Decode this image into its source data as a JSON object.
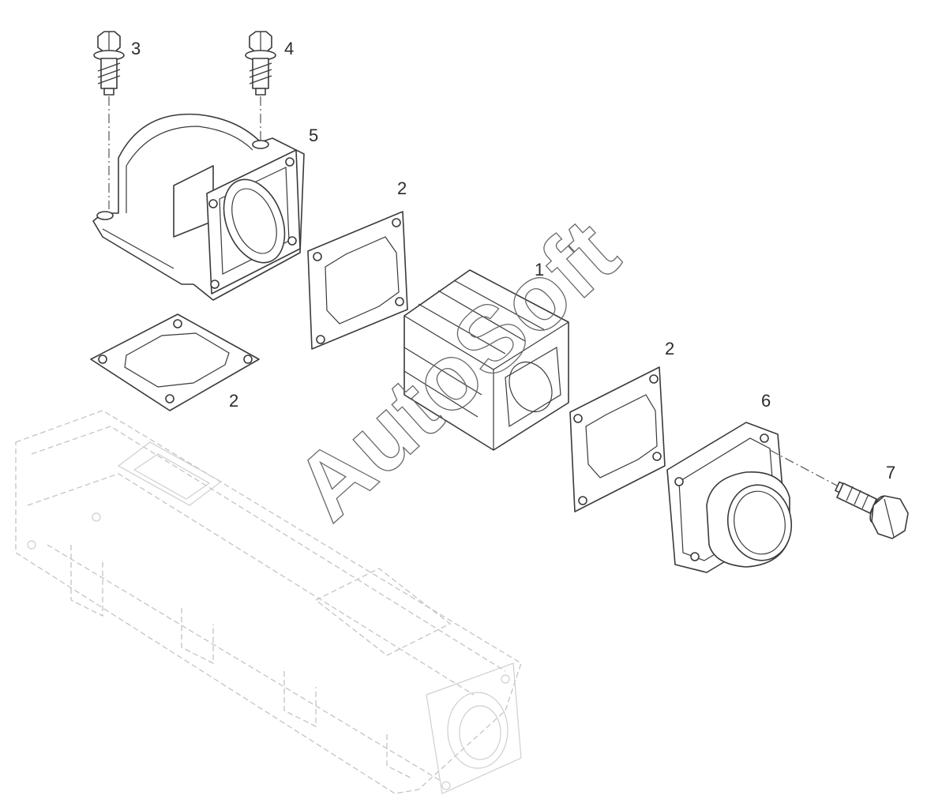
{
  "diagram": {
    "callouts": [
      {
        "id": "c3",
        "text": "3"
      },
      {
        "id": "c4",
        "text": "4"
      },
      {
        "id": "c5",
        "text": "5"
      },
      {
        "id": "c2a",
        "text": "2"
      },
      {
        "id": "c1",
        "text": "1"
      },
      {
        "id": "c2b",
        "text": "2"
      },
      {
        "id": "c2c",
        "text": "2"
      },
      {
        "id": "c6",
        "text": "6"
      },
      {
        "id": "c7",
        "text": "7"
      }
    ],
    "watermark": "AutoSoft"
  }
}
